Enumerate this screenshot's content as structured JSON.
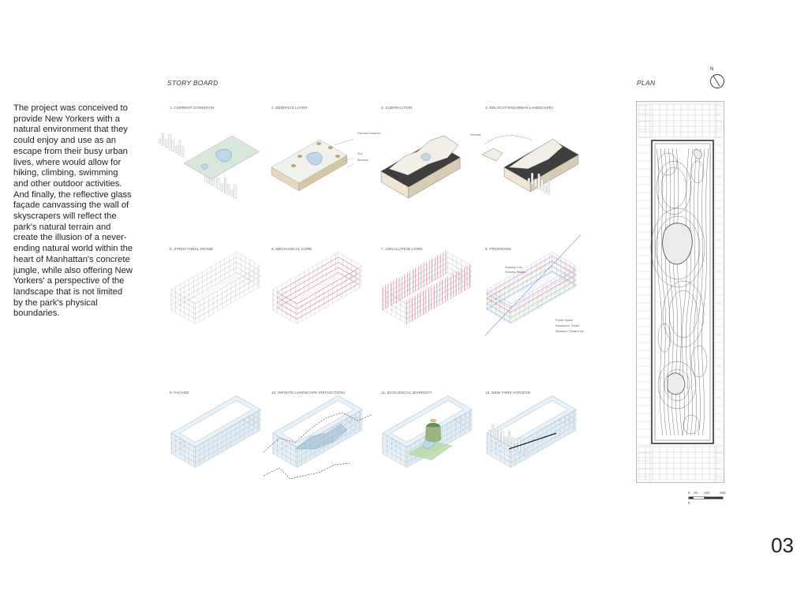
{
  "intro_text": "The project was conceived to provide New Yorkers with a natural environment that they could enjoy and use as an escape from their busy urban lives, where would allow for hiking, climbing, swimming and other outdoor activities. And finally, the reflective glass façade canvassing the wall of skyscrapers will reflect the park's natural terrain and create the illusion of a never-ending natural world within the heart of Manhattan's concrete jungle, while also offering New Yorkers' a perspective of the landscape that is not limited by the park's physical boundaries.",
  "storyboard_title": "STORY BOARD",
  "plan_title": "PLAN",
  "north_label": "N",
  "page_number": "03",
  "panels": [
    {
      "label": "1. CURRENT CONDITION"
    },
    {
      "label": "2. BEDROCK LAYER"
    },
    {
      "label": "3. SUBTRACTION"
    },
    {
      "label": "4. RELOCATION(URBAN LANDSCAPE)"
    },
    {
      "label": "5. STRUCTURAL FRAME"
    },
    {
      "label": "6. MECHANICAL CORE"
    },
    {
      "label": "7. CIRCULATION CORE"
    },
    {
      "label": "8. PROGRAMS"
    },
    {
      "label": "9. FACADE"
    },
    {
      "label": "10. INFINITE LANDSCAPE (REFLECTION)"
    },
    {
      "label": "11. ECOLOGICAL DIVERSITY"
    },
    {
      "label": "12. NEW YORK HORIZON"
    }
  ],
  "annotations": {
    "bedrock": [
      "Exposed bedrock",
      "Soil",
      "Bedrock"
    ],
    "relocation": [
      "relocate"
    ],
    "programs_top": [
      "Subway Line",
      "Subway Station"
    ],
    "programs_bottom": [
      "Public Space",
      "Residence, Retail",
      "Museum, Theatre etc."
    ]
  },
  "scale": {
    "ticks": [
      "0",
      "20",
      "100",
      "200"
    ],
    "unit": "ft"
  },
  "colors": {
    "water": "#bcd8ea",
    "ground": "#d9e6da",
    "bedrock": "#e6d8c0",
    "glass": "#a9cde4",
    "mech": "#e89aa8",
    "circ": "#d94a6a",
    "subtract": "#3e3e3e"
  }
}
